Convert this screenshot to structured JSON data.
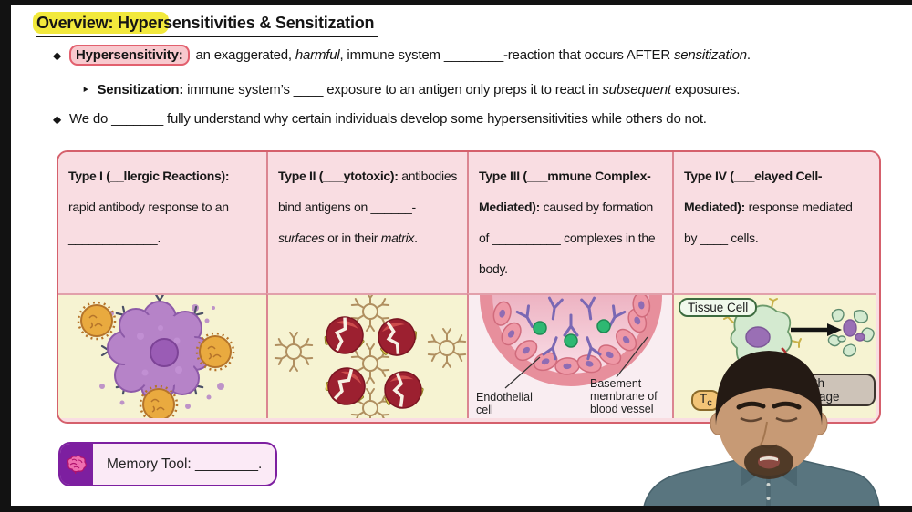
{
  "title": {
    "highlight": "Overview: Hyper",
    "rest": "sensitivities & Sensitization"
  },
  "bullets": [
    {
      "marker": "◆",
      "segments": [
        {
          "t": "Hypersensitivity:",
          "s": "bb"
        },
        {
          "t": " an exaggerated, "
        },
        {
          "t": "harmful",
          "s": "i"
        },
        {
          "t": ", immune system ________-reaction that occurs AFTER "
        },
        {
          "t": "sensitization",
          "s": "i"
        },
        {
          "t": "."
        }
      ]
    },
    {
      "marker": "‣",
      "segments": [
        {
          "t": "Sensitization:",
          "s": "b"
        },
        {
          "t": " immune system’s ____ exposure to an antigen only preps it to react in "
        },
        {
          "t": "subsequent",
          "s": "i"
        },
        {
          "t": " exposures."
        }
      ]
    },
    {
      "marker": "◆",
      "segments": [
        {
          "t": "We do _______ fully understand why certain individuals develop some hypersensitivities while others do not."
        }
      ]
    }
  ],
  "table": {
    "headers": [
      {
        "segments": [
          {
            "t": "Type I (__llergic Reactions):",
            "s": "b"
          },
          {
            "t": " rapid antibody response to an _____________."
          }
        ]
      },
      {
        "segments": [
          {
            "t": "Type II (___ytotoxic):",
            "s": "b"
          },
          {
            "t": " antibodies bind antigens on ______-"
          },
          {
            "t": "surfaces",
            "s": "i"
          },
          {
            "t": " or in their "
          },
          {
            "t": "matrix",
            "s": "i"
          },
          {
            "t": "."
          }
        ]
      },
      {
        "segments": [
          {
            "t": "Type III (___mmune Complex-Mediated):",
            "s": "b"
          },
          {
            "t": " caused by formation of __________ complexes in the body."
          }
        ]
      },
      {
        "segments": [
          {
            "t": "Type IV (___elayed Cell-Mediated):",
            "s": "b"
          },
          {
            "t": " response mediated by ____ cells."
          }
        ]
      }
    ],
    "type3_labels": {
      "endothelial": "Endothelial\ncell",
      "basement": "Basement\nmembrane of\nblood vessel"
    },
    "type4_labels": {
      "tissue_cell": "Tissue Cell",
      "death_package": "Death Package",
      "t_cell": "T",
      "t_cell_sub": "c"
    }
  },
  "memory_tool": {
    "label": "Memory Tool: ________.",
    "icon": "brain-icon"
  },
  "colors": {
    "highlight_yellow": "#f2e93c",
    "table_border": "#d5606c",
    "header_pink": "#f9dde2",
    "cell_yellow": "#f6f3d2",
    "type3_cell_bg": "#f9eef1",
    "term_box_fill": "#f8c9ce",
    "term_box_border": "#e2606e",
    "memory_purple": "#7d1fa0",
    "memory_fill": "#fbeaf6",
    "mast_cell_purple": "#b683c8",
    "allergen_orange": "#e9aa3f",
    "rbc_red": "#9c2030",
    "antigen_yellow": "#e2cd50",
    "complex_green": "#2eb872",
    "antibody_purple": "#7a68b4",
    "letterbox_black": "#121212"
  }
}
